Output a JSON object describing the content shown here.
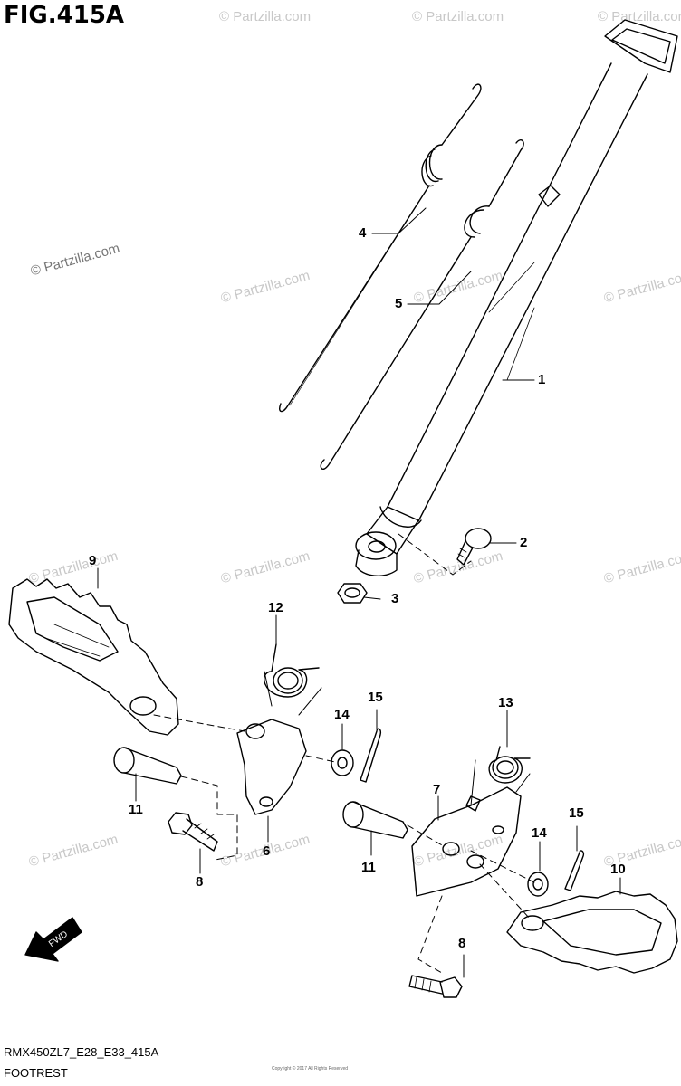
{
  "figure": {
    "title": "FIG.415A",
    "code": "RMX450ZL7_E28_E33_415A",
    "name": "FOOTREST",
    "tiny_copyright": "Copyright © 2017 All Rights Reserved"
  },
  "watermark": "© Partzilla.com",
  "fwd_label": "FWD",
  "callouts": [
    "1",
    "2",
    "3",
    "4",
    "5",
    "6",
    "7",
    "8",
    "8",
    "9",
    "10",
    "11",
    "11",
    "12",
    "13",
    "14",
    "14",
    "15",
    "15"
  ]
}
